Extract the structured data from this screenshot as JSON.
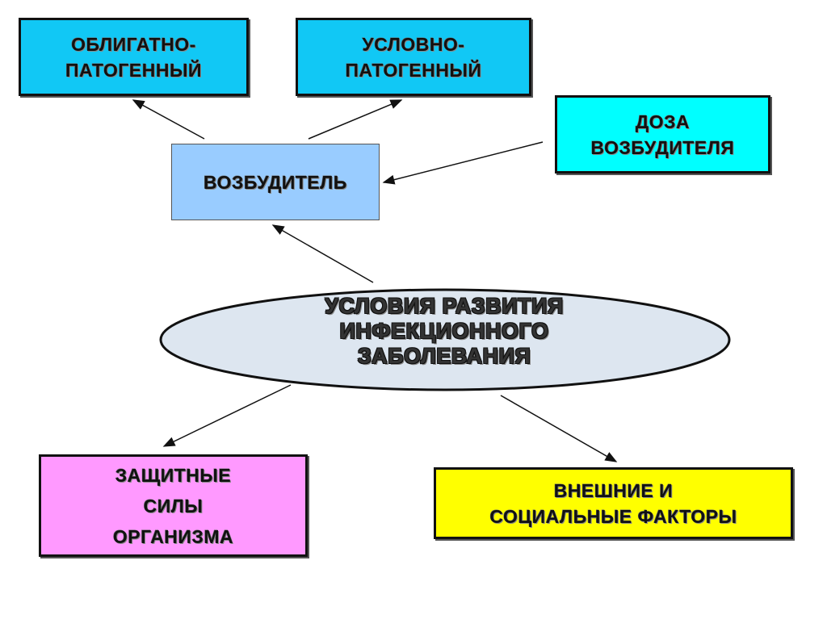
{
  "obligate": {
    "line1": "ОБЛИГАТНО-",
    "line2": "ПАТОГЕННЫЙ",
    "color": "#11c8f5"
  },
  "conditional": {
    "line1": "УСЛОВНО-",
    "line2": "ПАТОГЕННЫЙ",
    "color": "#11c8f5"
  },
  "dose": {
    "line1": "ДОЗА",
    "line2": "ВОЗБУДИТЕЛЯ",
    "color": "#00ffff"
  },
  "pathogen": {
    "label": "ВОЗБУДИТЕЛЬ",
    "color": "#99ccff"
  },
  "center": {
    "line1": "УСЛОВИЯ  РАЗВИТИЯ",
    "line2": "ИНФЕКЦИОННОГО",
    "line3": "ЗАБОЛЕВАНИЯ",
    "color": "#dde6f0"
  },
  "protective": {
    "line1": "ЗАЩИТНЫЕ",
    "line2": "СИЛЫ",
    "line3": "ОРГАНИЗМА",
    "color": "#ff99ff"
  },
  "external": {
    "line1": "ВНЕШНИЕ  И",
    "line2": "СОЦИАЛЬНЫЕ  ФАКТОРЫ",
    "color": "#ffff00"
  }
}
